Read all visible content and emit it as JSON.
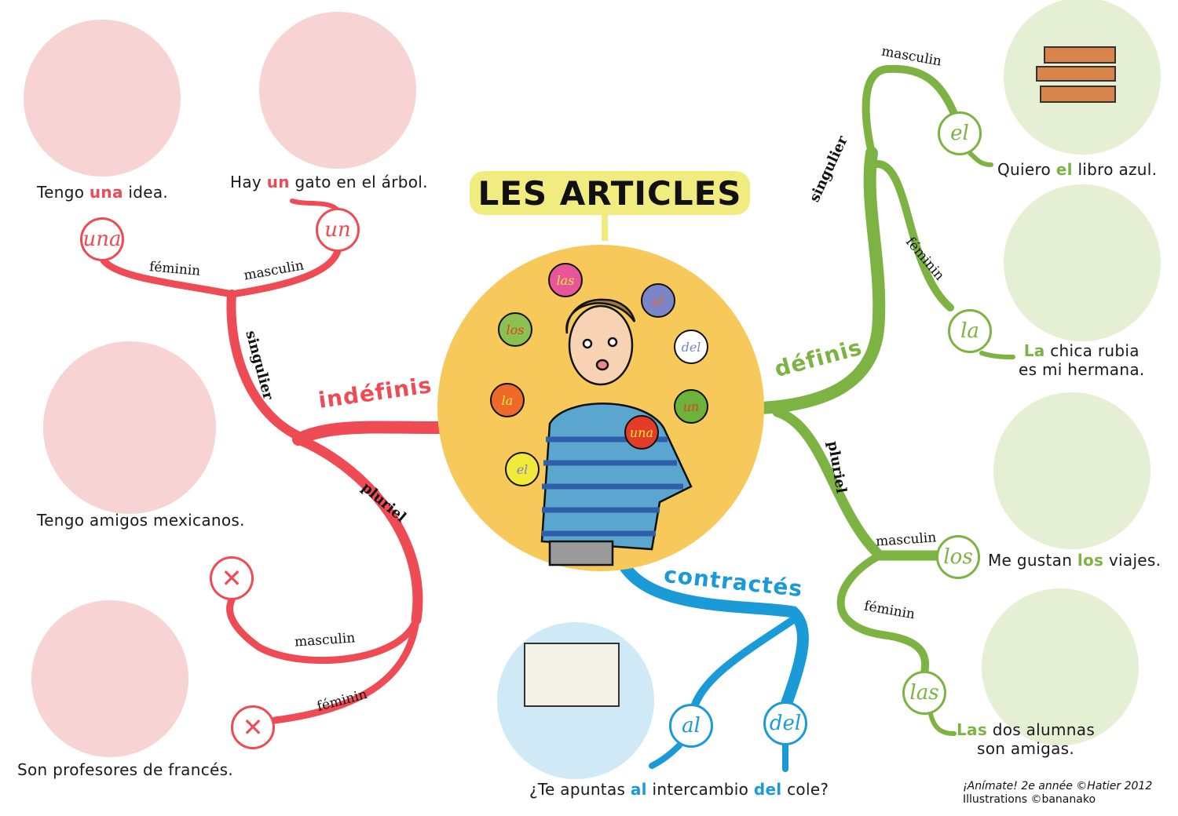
{
  "title": "LES ARTICLES",
  "colors": {
    "indefinis": "#ee4b55",
    "definis": "#7cb342",
    "contractes": "#1a9ad6",
    "title_bg": "#f0ec80",
    "center": "#f6c95a"
  },
  "branches": {
    "indefinis": {
      "label": "indéfinis",
      "singulier": "singulier",
      "pluriel": "pluriel",
      "feminin_sg": "féminin",
      "masculin_sg": "masculin",
      "masculin_pl": "masculin",
      "feminin_pl": "féminin"
    },
    "definis": {
      "label": "définis",
      "singulier": "singulier",
      "pluriel": "pluriel",
      "masculin_sg": "masculin",
      "feminin_sg": "féminin",
      "masculin_pl": "masculin",
      "feminin_pl": "féminin"
    },
    "contractes": {
      "label": "contractés"
    }
  },
  "articles": {
    "una": "una",
    "un": "un",
    "x1": "✕",
    "x2": "✕",
    "el": "el",
    "la": "la",
    "los": "los",
    "las": "las",
    "al": "al",
    "del": "del"
  },
  "juggling_balls": [
    "las",
    "al",
    "los",
    "del",
    "la",
    "un",
    "una",
    "el"
  ],
  "sentences": {
    "una": {
      "pre": "Tengo ",
      "hl": "una",
      "post": " idea."
    },
    "un": {
      "pre": "Hay ",
      "hl": "un",
      "post": " gato en el árbol."
    },
    "amigos": {
      "pre": "Tengo amigos mexicanos.",
      "hl": "",
      "post": ""
    },
    "profesores": {
      "pre": "Son profesores de francés.",
      "hl": "",
      "post": ""
    },
    "el": {
      "pre": "Quiero ",
      "hl": "el",
      "post": " libro azul."
    },
    "la": {
      "pre": "",
      "hl": "La",
      "post": " chica rubia",
      "line2": "es mi hermana."
    },
    "los": {
      "pre": "Me gustan ",
      "hl": "los",
      "post": " viajes."
    },
    "las": {
      "pre": "",
      "hl": "Las",
      "post": " dos alumnas",
      "line2": "son amigas."
    },
    "contr": {
      "pre": "¿Te apuntas ",
      "hl": "al",
      "mid": " intercambio ",
      "hl2": "del",
      "post": " cole?"
    }
  },
  "credit": {
    "line1": "¡Anímate! 2e année ©Hatier 2012",
    "line2": "Illustrations ©bananako"
  }
}
